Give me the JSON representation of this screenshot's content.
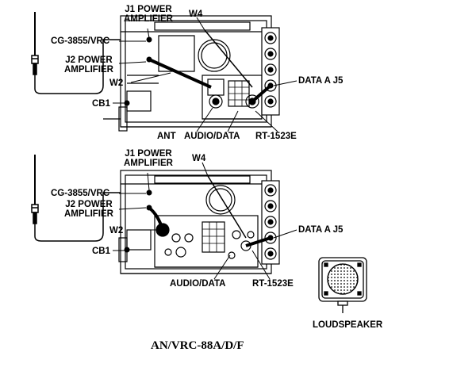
{
  "caption": "AN/VRC-88A/D/F",
  "top_figure": {
    "j1_power_amplifier": [
      "J1 POWER",
      "AMPLIFIER"
    ],
    "antenna_coupler": "CG-3855/VRC",
    "j2_power_amplifier": [
      "J2 POWER",
      "AMPLIFIER"
    ],
    "w4": "W4",
    "w2": "W2",
    "cb1": "CB1",
    "data_a_j5": "DATA A J5",
    "ant": "ANT",
    "audio_data": "AUDIO/DATA",
    "radio": "RT-1523E"
  },
  "bottom_figure": {
    "j1_power_amplifier": [
      "J1 POWER",
      "AMPLIFIER"
    ],
    "antenna_coupler": "CG-3855/VRC",
    "j2_power_amplifier": [
      "J2 POWER",
      "AMPLIFIER"
    ],
    "w4": "W4",
    "w2": "W2",
    "cb1": "CB1",
    "data_a_j5": "DATA A J5",
    "audio_data": "AUDIO/DATA",
    "radio": "RT-1523E",
    "loudspeaker": "LOUDSPEAKER"
  },
  "colors": {
    "ink": "#000000",
    "paper": "#ffffff",
    "shade": "#d8d8d8"
  }
}
